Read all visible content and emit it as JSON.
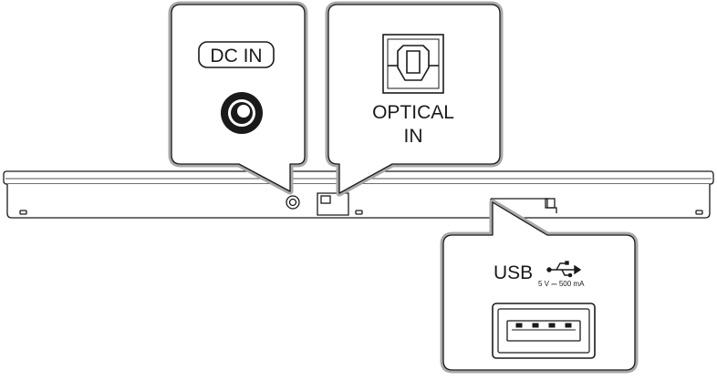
{
  "callouts": {
    "dc_in": {
      "label": "DC IN"
    },
    "optical_in": {
      "label_line1": "OPTICAL",
      "label_line2": "IN"
    },
    "usb": {
      "label": "USB",
      "spec": "5 V ⎓ 500 mA"
    }
  },
  "icons": {
    "dc_jack": "dc-jack-icon",
    "optical_port": "optical-port-icon",
    "usb_symbol": "usb-symbol-icon",
    "usb_port": "usb-port-icon"
  },
  "colors": {
    "callout_border": "#a8a8a8",
    "line": "#1a1a1a",
    "background": "#ffffff"
  }
}
